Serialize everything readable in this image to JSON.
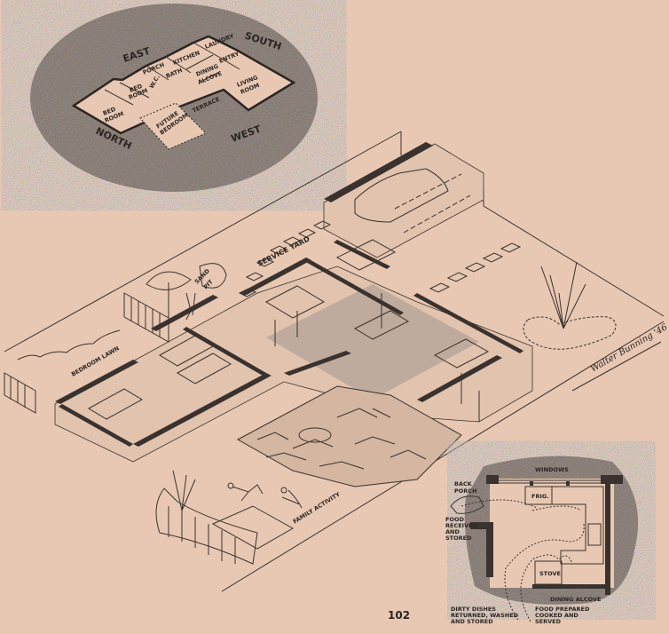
{
  "colors": {
    "paper": "#e8c8b3",
    "ink": "#3a322e",
    "shading": "#9d918a"
  },
  "orientation_plan": {
    "compass": {
      "east": "EAST",
      "south": "SOUTH",
      "north": "NORTH",
      "west": "WEST"
    },
    "rooms": {
      "porch": "PORCH",
      "kitchen": "KITCHEN",
      "laundry": "LAUNDRY",
      "entry": "ENTRY",
      "bath": "BATH",
      "wc": "W.C.",
      "dining_1": "DINING",
      "dining_2": "ALCOVE",
      "bed1_1": "BED",
      "bed1_2": "ROOM",
      "bed2_1": "BED",
      "bed2_2": "ROOM",
      "living_1": "LIVING",
      "living_2": "ROOM",
      "future_1": "FUTURE",
      "future_2": "BEDROOM",
      "terrace": "TERRACE"
    }
  },
  "site_drawing": {
    "labels": {
      "service_yard": "SERVICE YARD",
      "sand_pit_1": "SAND",
      "sand_pit_2": "PIT",
      "bedroom_lawn": "BEDROOM   LAWN",
      "family_activity": "FAMILY ACTIVITY"
    },
    "signature": "Walter Bunning '46"
  },
  "kitchen_plan": {
    "windows": "WINDOWS",
    "back_porch_1": "BACK",
    "back_porch_2": "PORCH",
    "frig": "FRIG.",
    "food_received_1": "FOOD",
    "food_received_2": "RECEIVED",
    "food_received_3": "AND",
    "food_received_4": "STORED",
    "stove": "STOVE",
    "dining_alcove": "DINING ALCOVE",
    "dirty_dishes_1": "DIRTY DISHES",
    "dirty_dishes_2": "RETURNED, WASHED",
    "dirty_dishes_3": "AND STORED",
    "food_prepared_1": "FOOD PREPARED",
    "food_prepared_2": "COOKED AND",
    "food_prepared_3": "SERVED"
  },
  "page_number": "102"
}
